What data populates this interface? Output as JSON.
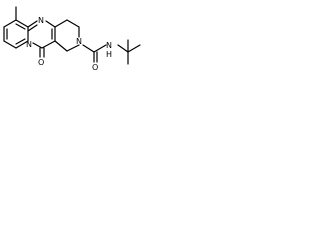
{
  "structure": {
    "atoms": {
      "n_ring_top": "N",
      "n_ring_bridge": "N",
      "n_piperidine": "N",
      "n_amide": "N",
      "h_amide": "H",
      "o_ketone": "O",
      "o_amide": "O"
    },
    "colors": {
      "bond": "#000000",
      "background": "#ffffff"
    }
  }
}
